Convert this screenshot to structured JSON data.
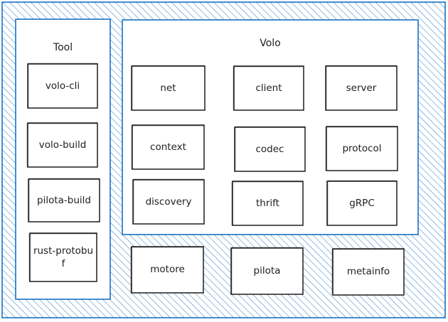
{
  "colors": {
    "outer_stroke": "#1971c2",
    "hatch": "#1971c2",
    "panel_fill": "#ffffff",
    "box_stroke": "#1e1e1e",
    "text": "#1e1e1e"
  },
  "tool": {
    "title": "Tool",
    "items": [
      "volo-cli",
      "volo-build",
      "pilota-build",
      "rust-protobuf"
    ]
  },
  "volo": {
    "title": "Volo",
    "rows": [
      [
        "net",
        "client",
        "server"
      ],
      [
        "context",
        "codec",
        "protocol"
      ],
      [
        "discovery",
        "thrift",
        "gRPC"
      ]
    ]
  },
  "extras": [
    "motore",
    "pilota",
    "metainfo"
  ]
}
